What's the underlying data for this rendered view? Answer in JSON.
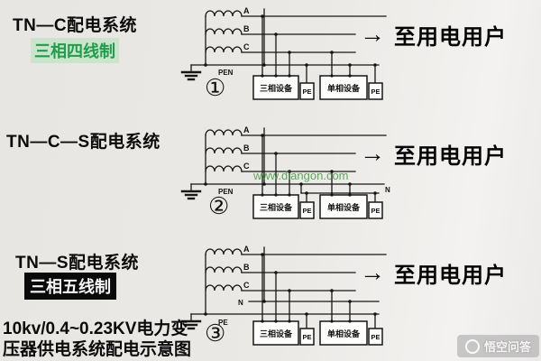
{
  "page": {
    "bg": "#eae8e5",
    "accent_green": "#1d9e4b",
    "watermark_green": "#3f9e3f"
  },
  "shared": {
    "arrow": "→",
    "dest": "至用电用户"
  },
  "sections": {
    "s1": {
      "title": "TN—C配电系统",
      "subtitle": "三相四线制",
      "number": "①",
      "wire_labels": {
        "a": "A",
        "b": "B",
        "c": "C",
        "pen": "PEN"
      },
      "boxes": {
        "three_phase": "三相设备",
        "pe_left": "PE",
        "single_phase": "单相设备",
        "pe_right": "PE"
      }
    },
    "s2": {
      "title": "TN—C—S配电系统",
      "number": "②",
      "watermark": "www.diangon.com",
      "wire_labels": {
        "a": "A",
        "b": "B",
        "c": "C",
        "pen": "PEN",
        "n": "N"
      },
      "boxes": {
        "three_phase": "三相设备",
        "pe_left": "PE",
        "single_phase": "单相设备",
        "pe_right": "PE"
      }
    },
    "s3": {
      "title": "TN—S配电系统",
      "subtitle": "三相五线制",
      "number": "③",
      "note_line1": "10kv/0.4~0.23KV电力变",
      "note_line2": "压器供电系统配电示意图",
      "wire_labels": {
        "a": "A",
        "b": "B",
        "c": "C",
        "n": "N",
        "pe": "PE"
      },
      "boxes": {
        "three_phase": "三相设备",
        "pe_left": "PE",
        "single_phase": "单相设备",
        "pe_right": "PE"
      }
    }
  },
  "corner_logo": {
    "text": "悟空问答"
  }
}
